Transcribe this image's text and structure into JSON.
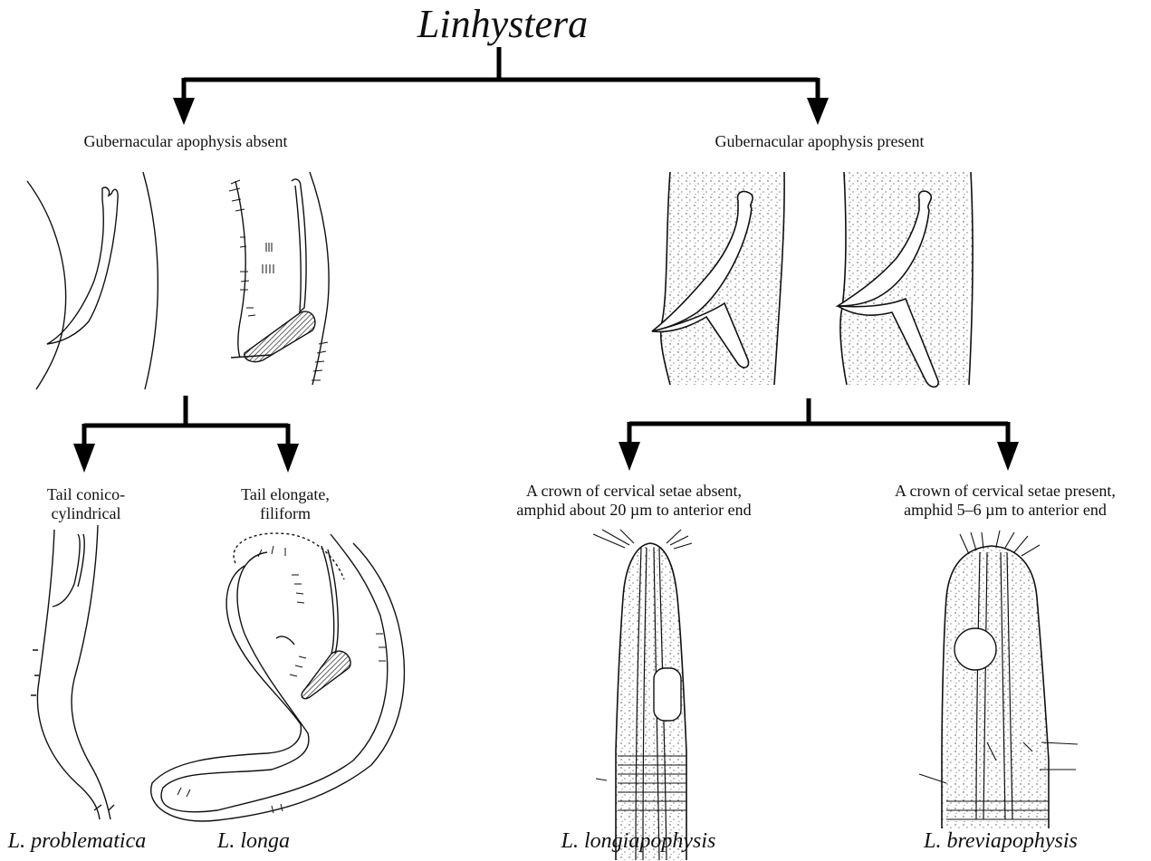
{
  "title": "Linhystera",
  "branches": {
    "left": "Gubernacular apophysis absent",
    "right": "Gubernacular apophysis present"
  },
  "criteria": {
    "tail_conico": [
      "Tail conico-",
      "cylindrical"
    ],
    "tail_elongate": [
      "Tail elongate,",
      "filiform"
    ],
    "crown_absent": [
      "A crown of cervical setae absent,",
      "amphid about 20 µm  to anterior end"
    ],
    "crown_present": [
      "A crown of cervical setae present,",
      "amphid 5–6 µm  to anterior end"
    ]
  },
  "species": {
    "problematica": "L. problematica",
    "longa": "L. longa",
    "longiapophysis": "L. longiapophysis",
    "breviapophysis": "L. breviapophysis"
  }
}
